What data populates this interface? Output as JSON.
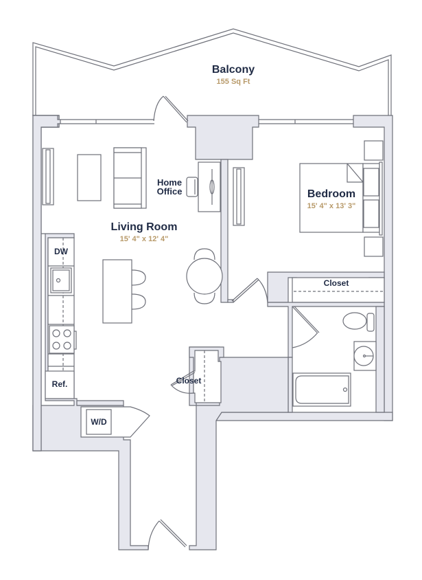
{
  "floorplan": {
    "colors": {
      "wall_fill": "#e6e7ee",
      "wall_stroke": "#6e7079",
      "label": "#1f2a44",
      "dimension": "#b89a6a"
    },
    "rooms": {
      "balcony": {
        "label": "Balcony",
        "area": "155 Sq Ft"
      },
      "living_room": {
        "label": "Living Room",
        "dimensions": "15' 4\" x 12' 4\""
      },
      "bedroom": {
        "label": "Bedroom",
        "dimensions": "15' 4\" x 13' 3\""
      },
      "home_office": {
        "label_line1": "Home",
        "label_line2": "Office"
      },
      "bedroom_closet": {
        "label": "Closet"
      },
      "hall_closet": {
        "label": "Closet"
      },
      "dishwasher": {
        "label": "DW"
      },
      "refrigerator": {
        "label": "Ref."
      },
      "washer_dryer": {
        "label": "W/D"
      }
    }
  }
}
